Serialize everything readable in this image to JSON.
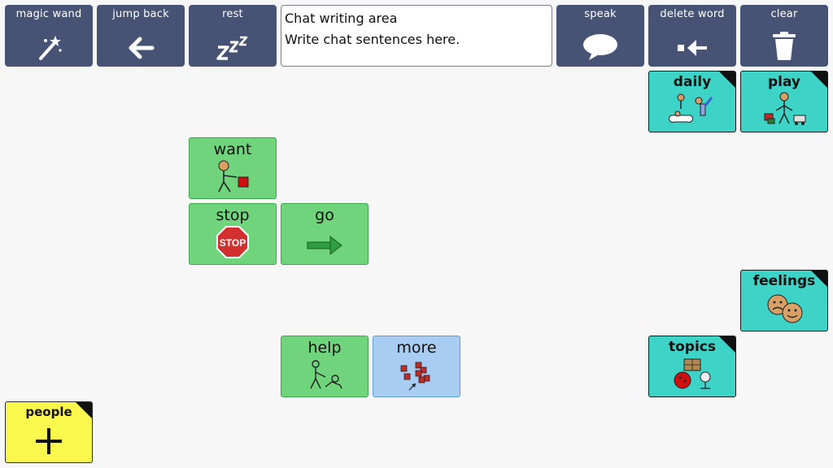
{
  "toolbar": {
    "magic_wand": "magic wand",
    "jump_back": "jump back",
    "rest": "rest",
    "speak": "speak",
    "delete_word": "delete word",
    "clear": "clear"
  },
  "chat": {
    "line1": "Chat writing area",
    "line2": "Write chat sentences here."
  },
  "cells": {
    "daily": "daily",
    "play": "play",
    "want": "want",
    "stop": "stop",
    "go": "go",
    "feelings": "feelings",
    "help": "help",
    "more": "more",
    "topics": "topics",
    "people": "people"
  },
  "stop_sign_text": "STOP",
  "colors": {
    "toolbar": "#465374",
    "verb_cell": "#6fd47c",
    "more_cell": "#a9cdf2",
    "folder_cell": "#3ed3c7",
    "people_cell": "#fbf84d"
  },
  "icons": {
    "magic_wand": "magic-wand-icon",
    "jump_back": "left-arrow-icon",
    "rest": "zzz-icon",
    "speak": "speech-bubble-icon",
    "delete_word": "delete-arrow-icon",
    "clear": "trash-icon"
  }
}
